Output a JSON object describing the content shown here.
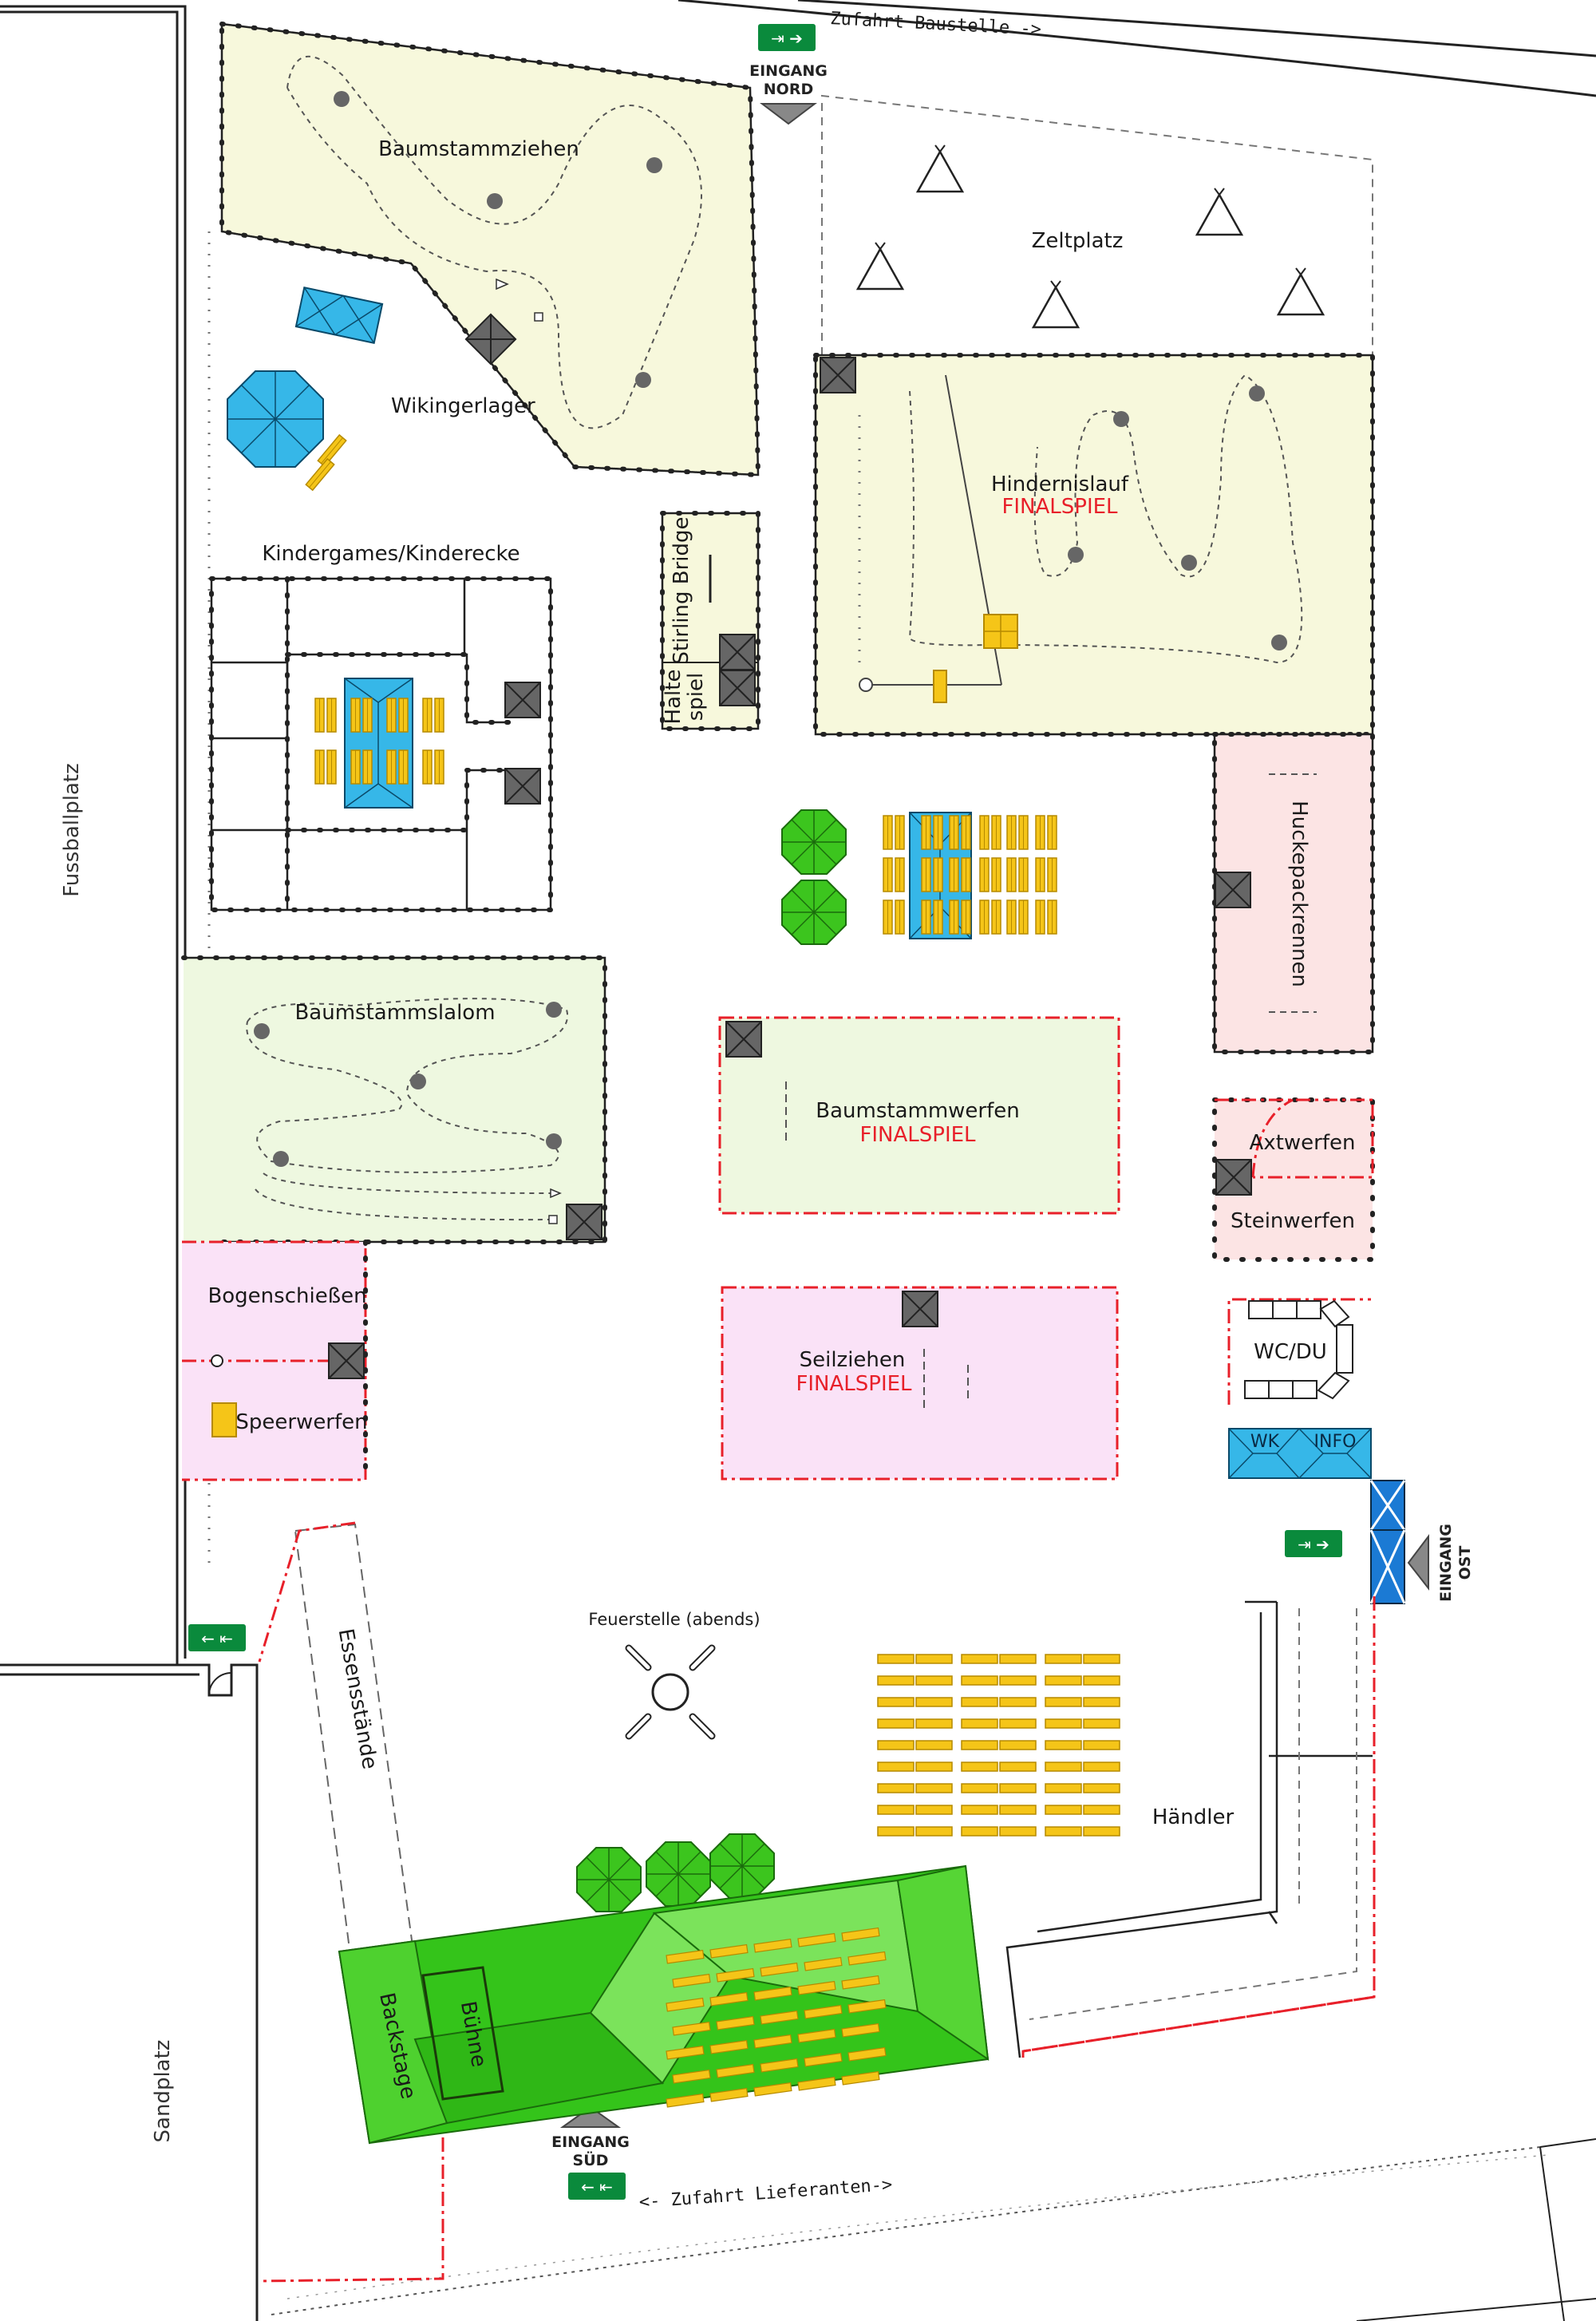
{
  "map": {
    "roads": {
      "north_access": "Zufahrt Baustelle ->",
      "delivery_access": "<- Zufahrt Lieferanten->"
    },
    "surroundings": {
      "football_field": "Fussballplatz",
      "sand_field": "Sandplatz"
    },
    "entrances": {
      "north_line1": "EINGANG",
      "north_line2": "NORD",
      "east_line1": "EINGANG",
      "east_line2": "OST",
      "south_line1": "EINGANG",
      "south_line2": "SÜD"
    },
    "areas": {
      "baumstammziehen": "Baumstammziehen",
      "zeltplatz": "Zeltplatz",
      "wikingerlager": "Wikingerlager",
      "hindernislauf": "Hindernislauf",
      "hindernislauf_final": "FINALSPIEL",
      "kindergames": "Kindergames/Kinderecke",
      "stirling_bridge": "Stirling Bridge",
      "haltespiel_line1": "Halte",
      "haltespiel_line2": "spiel",
      "huckepackrennen": "Huckepackrennen",
      "baumstammslalom": "Baumstammslalom",
      "baumstammwerfen": "Baumstammwerfen",
      "baumstammwerfen_final": "FINALSPIEL",
      "axtwerfen": "Axtwerfen",
      "steinwerfen": "Steinwerfen",
      "bogenschiessen": "Bogenschießen",
      "speerwerfen": "Speerwerfen",
      "seilziehen": "Seilziehen",
      "seilziehen_final": "FINALSPIEL",
      "wc_du": "WC/DU",
      "wk": "WK",
      "info": "INFO",
      "feuerstelle": "Feuerstelle (abends)",
      "essensstaende": "Essensstände",
      "haendler": "Händler",
      "buehne": "Bühne",
      "backstage": "Backstage"
    },
    "colors": {
      "zone_yellow": "#f7f8dc",
      "zone_green": "#eef8e0",
      "zone_pink": "#fce4e4",
      "zone_violet": "#fae2f7",
      "finalspiel_red": "#e8202a",
      "tent_blue": "#36b7e8",
      "bench_yellow": "#f5c518",
      "tree_green": "#3cc51e",
      "stage_green": "#34c41a",
      "exit_sign_green": "#0a8a3c"
    },
    "icons": [
      "exit-sign-icon",
      "tipi-tent-icon",
      "tree-icon",
      "umbrella-icon",
      "bench-icon",
      "hay-bale-icon",
      "entrance-arrow-icon",
      "fireplace-icon",
      "gate-icon"
    ]
  }
}
